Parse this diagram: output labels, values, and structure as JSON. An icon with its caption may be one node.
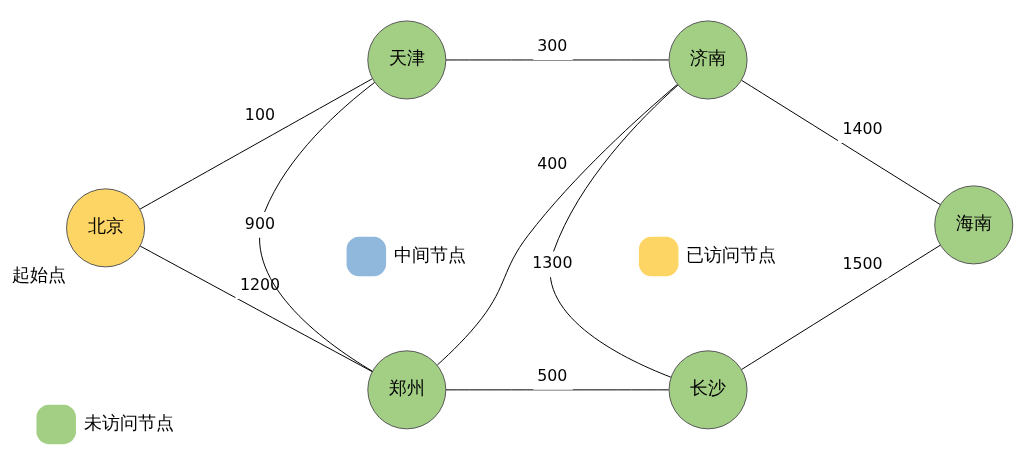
{
  "diagram": {
    "nodes": [
      {
        "text": [
          "北京"
        ],
        "beside": [
          "起始点"
        ]
      },
      {
        "text": [
          "天津"
        ]
      },
      {
        "text": [
          "济南"
        ]
      },
      {
        "text": [
          "郑州"
        ]
      },
      {
        "text": [
          "长沙"
        ]
      },
      {
        "text": [
          "海南"
        ]
      }
    ],
    "edges": [
      {
        "from": 0,
        "to": 1,
        "arrow": "none",
        "label": "100"
      },
      {
        "from": 0,
        "to": 3,
        "arrow": "none",
        "label": "1200"
      },
      {
        "from": 1,
        "to": 2,
        "arrow": "none",
        "label": "300"
      },
      {
        "from": 1,
        "to": 3,
        "arrow": "none",
        "label": "900"
      },
      {
        "from": 3,
        "to": 2,
        "arrow": "none",
        "label": "400"
      },
      {
        "from": 2,
        "to": 4,
        "arrow": "none",
        "label": "1300"
      },
      {
        "from": 3,
        "to": 4,
        "arrow": "none",
        "label": "500"
      },
      {
        "from": 2,
        "to": 5,
        "arrow": "none",
        "label": "1400"
      },
      {
        "from": 4,
        "to": 5,
        "arrow": "none",
        "label": "1500"
      }
    ],
    "legend": [
      {
        "text": "未访问节点",
        "color": "#a3cf85"
      },
      {
        "text": "中间节点",
        "color": "#8fb8dc"
      },
      {
        "text": "已访问节点",
        "color": "#fdd564"
      }
    ]
  }
}
